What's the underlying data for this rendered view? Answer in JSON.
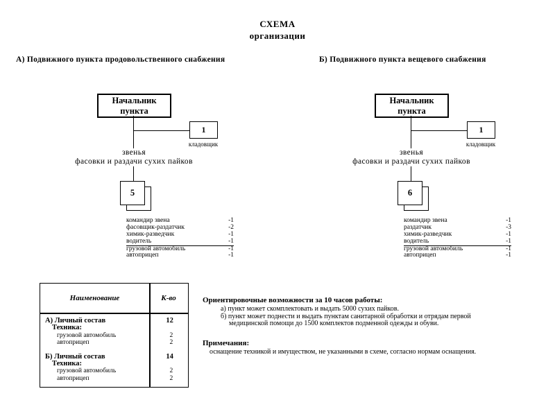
{
  "title": {
    "line1": "СХЕМА",
    "line2": "организации"
  },
  "sections": {
    "a": "А)  Подвижного пункта продовольственного снабжения",
    "b": "Б)  Подвижного пункта вещевого снабжения"
  },
  "chart_a": {
    "head_line1": "Начальник",
    "head_line2": "пункта",
    "storekeeper_count": "1",
    "storekeeper_label": "кладовщик",
    "units_line1": "звенья",
    "units_line2": "фасовки и раздачи сухих пайков",
    "unit_count": "5",
    "staff": [
      {
        "name": "командир звена",
        "value": "-1"
      },
      {
        "name": "фасовщик-раздатчик",
        "value": "-2"
      },
      {
        "name": "химик-разведчик",
        "value": "-1"
      },
      {
        "name": "водитель",
        "value": "-1"
      },
      {
        "name": "грузовой автомобиль",
        "value": "-1"
      },
      {
        "name": "автоприцеп",
        "value": "-1"
      }
    ]
  },
  "chart_b": {
    "head_line1": "Начальник",
    "head_line2": "пункта",
    "storekeeper_count": "1",
    "storekeeper_label": "кладовщик",
    "units_line1": "звенья",
    "units_line2": "фасовки и раздачи сухих пайков",
    "unit_count": "6",
    "staff": [
      {
        "name": "командир звена",
        "value": "-1"
      },
      {
        "name": "раздатчик",
        "value": "-3"
      },
      {
        "name": "химик-разведчик",
        "value": "-1"
      },
      {
        "name": "водитель",
        "value": "-1"
      },
      {
        "name": "грузовой автомобиль",
        "value": "-1"
      },
      {
        "name": "автоприцеп",
        "value": "-1"
      }
    ]
  },
  "table": {
    "col_name": "Наименование",
    "col_qty": "К-во",
    "rows": [
      {
        "label": "А) Личный состав",
        "value": "12"
      },
      {
        "label": "Техника:",
        "value": ""
      },
      {
        "label": "грузовой автомобиль",
        "value": "2"
      },
      {
        "label": "автоприцеп",
        "value": "2"
      },
      {
        "label": "Б) Личный состав",
        "value": "14"
      },
      {
        "label": "Техника:",
        "value": ""
      },
      {
        "label": "грузовой автомобиль",
        "value": "2"
      },
      {
        "label": "автоприцеп",
        "value": "2"
      }
    ]
  },
  "notes": {
    "capabilities_title": "Ориентировочные возможности за 10 часов работы:",
    "cap_a": "а) пункт может скомплектовать и выдать 5000 сухих пайков.",
    "cap_b1": "б) пункт может поднести и выдать пунктам санитарной обработки и отрядам первой",
    "cap_b2": "медицинской помощи до 1500 комплектов подменной одежды и обуви.",
    "notes_title": "Примечания:",
    "notes_body": "оснащение техникой и имуществом, не указанными в схеме, согласно нормам оснащения."
  }
}
